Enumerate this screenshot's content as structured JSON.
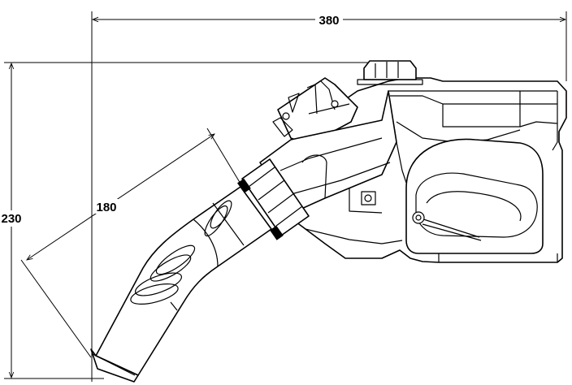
{
  "dimensions": {
    "width": "380",
    "height": "230",
    "nozzle_length": "180"
  }
}
